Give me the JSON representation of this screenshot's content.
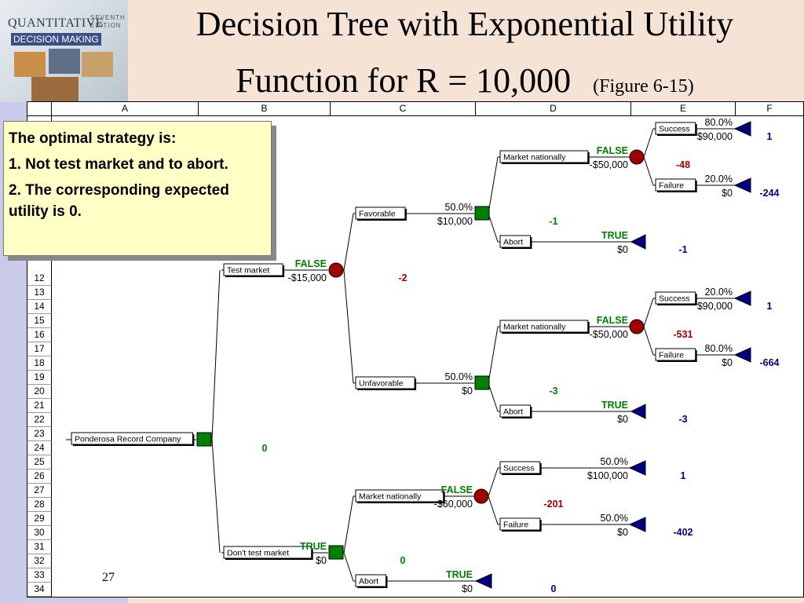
{
  "book": {
    "title_line1": "QUANTITATIVE",
    "title_line2": "DECISION MAKING",
    "edition": "SEVENTH\nEDITION"
  },
  "slide": {
    "title_line1": "Decision Tree with Exponential Utility",
    "title_line2": "Function for R = 10,000",
    "figure_ref": "(Figure 6-15)",
    "page_number": "27"
  },
  "sheet": {
    "columns": [
      "A",
      "B",
      "C",
      "D",
      "E",
      "F"
    ],
    "rows": [
      "12",
      "13",
      "14",
      "15",
      "16",
      "17",
      "18",
      "19",
      "20",
      "21",
      "22",
      "23",
      "24",
      "25",
      "26",
      "27",
      "28",
      "29",
      "30",
      "31",
      "32",
      "33",
      "34"
    ]
  },
  "callout": {
    "heading": "The optimal strategy is:",
    "item1": "1.  Not test market and to abort.",
    "item2": "2.  The corresponding expected utility is 0."
  },
  "colors": {
    "decision": "#008000",
    "chance": "#a00000",
    "terminal": "#000080",
    "true_false": "#008000",
    "chance_value": "#a00000",
    "terminal_value": "#000080"
  },
  "tree": {
    "root": {
      "label": "Ponderosa Record Company",
      "value": "0"
    },
    "test_market": {
      "label": "Test market",
      "flag": "FALSE",
      "cost": "-$15,000",
      "value": "-2"
    },
    "dont_test": {
      "label": "Don't test market",
      "flag": "TRUE",
      "cost": "$0",
      "value": "0"
    },
    "favorable": {
      "label": "Favorable",
      "prob": "50.0%",
      "payoff": "$10,000",
      "value": "-1"
    },
    "unfavorable": {
      "label": "Unfavorable",
      "prob": "50.0%",
      "payoff": "$0",
      "value": "-3"
    },
    "fav_market": {
      "label": "Market nationally",
      "flag": "FALSE",
      "cost": "-$50,000",
      "value": "-48"
    },
    "fav_success": {
      "label": "Success",
      "prob": "80.0%",
      "payoff": "$90,000",
      "value": "1"
    },
    "fav_failure": {
      "label": "Failure",
      "prob": "20.0%",
      "payoff": "$0",
      "value": "-244"
    },
    "fav_abort": {
      "label": "Abort",
      "flag": "TRUE",
      "payoff": "$0",
      "value": "-1"
    },
    "unf_market": {
      "label": "Market nationally",
      "flag": "FALSE",
      "cost": "-$50,000",
      "value": "-531"
    },
    "unf_success": {
      "label": "Success",
      "prob": "20.0%",
      "payoff": "$90,000",
      "value": "1"
    },
    "unf_failure": {
      "label": "Failure",
      "prob": "80.0%",
      "payoff": "$0",
      "value": "-664"
    },
    "unf_abort": {
      "label": "Abort",
      "flag": "TRUE",
      "payoff": "$0",
      "value": "-3"
    },
    "nt_market": {
      "label": "Market nationally",
      "flag": "FALSE",
      "cost": "-$60,000",
      "value": "-201"
    },
    "nt_success": {
      "label": "Success",
      "prob": "50.0%",
      "payoff": "$100,000",
      "value": "1"
    },
    "nt_failure": {
      "label": "Failure",
      "prob": "50.0%",
      "payoff": "$0",
      "value": "-402"
    },
    "nt_abort": {
      "label": "Abort",
      "flag": "TRUE",
      "payoff": "$0",
      "value": "0"
    }
  }
}
